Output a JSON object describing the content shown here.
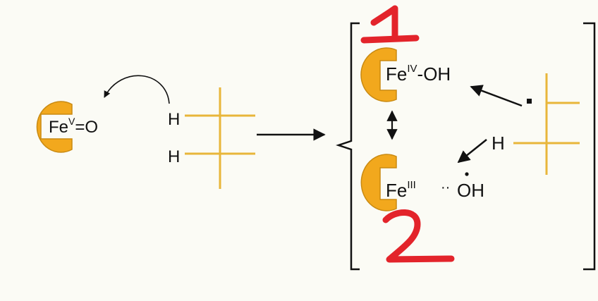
{
  "colors": {
    "background": "#fbfbf5",
    "porphyrin": "#f2a81d",
    "porphyrin_edge": "#c98a12",
    "bond": "#e8b63a",
    "ink": "#111111",
    "annotation": "#e3242b"
  },
  "reactant": {
    "fe": "Fe",
    "ox": "V",
    "ligand": "=O"
  },
  "substrate": {
    "h_top": "H",
    "h_bottom": "H"
  },
  "intermediate_1": {
    "fe": "Fe",
    "ox": "IV",
    "ligand": "-OH",
    "annotation": "1"
  },
  "intermediate_2": {
    "fe": "Fe",
    "ox": "III",
    "dots": "··",
    "ligand": "OH",
    "annotation": "2"
  },
  "right_fragment": {
    "h": "H"
  },
  "icons": {
    "curved_arrow": "curved-arrow-icon",
    "reaction_arrow": "reaction-arrow-icon",
    "resonance_arrow": "double-headed-arrow-icon"
  }
}
